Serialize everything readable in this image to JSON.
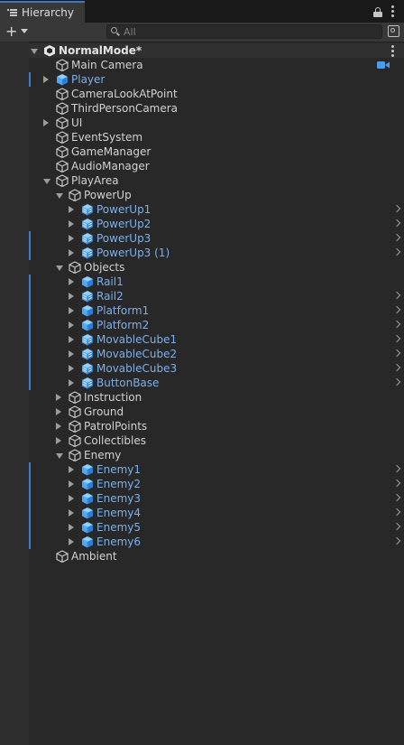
{
  "window": {
    "tab_title": "Hierarchy"
  },
  "toolbar": {
    "search_placeholder": "All"
  },
  "colors": {
    "accent": "#3a79bb",
    "prefab_text": "#7bb0ef",
    "text": "#d2d2d2",
    "cube_blue": "#4aa8ff"
  },
  "tree": [
    {
      "label": "NormalMode*",
      "depth": 0,
      "arrow": "expanded",
      "kind": "scene",
      "selected": false,
      "chevron": false
    },
    {
      "label": "Main Camera",
      "depth": 1,
      "arrow": "none",
      "kind": "object",
      "selected": false,
      "chevron": false,
      "camera_icon": true
    },
    {
      "label": "Player",
      "depth": 1,
      "arrow": "collapsed",
      "kind": "prefab",
      "selected": true,
      "chevron": false
    },
    {
      "label": "CameraLookAtPoint",
      "depth": 1,
      "arrow": "none",
      "kind": "object",
      "selected": false,
      "chevron": false
    },
    {
      "label": "ThirdPersonCamera",
      "depth": 1,
      "arrow": "none",
      "kind": "object",
      "selected": false,
      "chevron": false
    },
    {
      "label": "UI",
      "depth": 1,
      "arrow": "collapsed",
      "kind": "object",
      "selected": false,
      "chevron": false
    },
    {
      "label": "EventSystem",
      "depth": 1,
      "arrow": "none",
      "kind": "object",
      "selected": false,
      "chevron": false
    },
    {
      "label": "GameManager",
      "depth": 1,
      "arrow": "none",
      "kind": "object",
      "selected": false,
      "chevron": false
    },
    {
      "label": "AudioManager",
      "depth": 1,
      "arrow": "none",
      "kind": "object",
      "selected": false,
      "chevron": false
    },
    {
      "label": "PlayArea",
      "depth": 1,
      "arrow": "expanded",
      "kind": "object",
      "selected": false,
      "chevron": false
    },
    {
      "label": "PowerUp",
      "depth": 2,
      "arrow": "expanded",
      "kind": "object",
      "selected": false,
      "chevron": false
    },
    {
      "label": "PowerUp1",
      "depth": 3,
      "arrow": "collapsed",
      "kind": "prefab-variant",
      "selected": false,
      "chevron": true
    },
    {
      "label": "PowerUp2",
      "depth": 3,
      "arrow": "collapsed",
      "kind": "prefab-variant",
      "selected": false,
      "chevron": true
    },
    {
      "label": "PowerUp3",
      "depth": 3,
      "arrow": "collapsed",
      "kind": "prefab-variant",
      "selected": true,
      "chevron": true
    },
    {
      "label": "PowerUp3 (1)",
      "depth": 3,
      "arrow": "collapsed",
      "kind": "prefab-variant",
      "selected": true,
      "chevron": true
    },
    {
      "label": "Objects",
      "depth": 2,
      "arrow": "expanded",
      "kind": "object",
      "selected": false,
      "chevron": false
    },
    {
      "label": "Rail1",
      "depth": 3,
      "arrow": "collapsed",
      "kind": "prefab",
      "selected": true,
      "chevron": false
    },
    {
      "label": "Rail2",
      "depth": 3,
      "arrow": "collapsed",
      "kind": "prefab-variant",
      "selected": true,
      "chevron": true
    },
    {
      "label": "Platform1",
      "depth": 3,
      "arrow": "collapsed",
      "kind": "prefab",
      "selected": true,
      "chevron": true
    },
    {
      "label": "Platform2",
      "depth": 3,
      "arrow": "collapsed",
      "kind": "prefab",
      "selected": true,
      "chevron": true
    },
    {
      "label": "MovableCube1",
      "depth": 3,
      "arrow": "collapsed",
      "kind": "prefab-variant",
      "selected": true,
      "chevron": true
    },
    {
      "label": "MovableCube2",
      "depth": 3,
      "arrow": "collapsed",
      "kind": "prefab-variant",
      "selected": true,
      "chevron": true
    },
    {
      "label": "MovableCube3",
      "depth": 3,
      "arrow": "collapsed",
      "kind": "prefab-variant",
      "selected": true,
      "chevron": true
    },
    {
      "label": "ButtonBase",
      "depth": 3,
      "arrow": "collapsed",
      "kind": "prefab-variant",
      "selected": true,
      "chevron": true
    },
    {
      "label": "Instruction",
      "depth": 2,
      "arrow": "collapsed",
      "kind": "object",
      "selected": false,
      "chevron": false
    },
    {
      "label": "Ground",
      "depth": 2,
      "arrow": "collapsed",
      "kind": "object",
      "selected": false,
      "chevron": false
    },
    {
      "label": "PatrolPoints",
      "depth": 2,
      "arrow": "collapsed",
      "kind": "object",
      "selected": false,
      "chevron": false
    },
    {
      "label": "Collectibles",
      "depth": 2,
      "arrow": "collapsed",
      "kind": "object",
      "selected": false,
      "chevron": false
    },
    {
      "label": "Enemy",
      "depth": 2,
      "arrow": "expanded",
      "kind": "object",
      "selected": false,
      "chevron": false
    },
    {
      "label": "Enemy1",
      "depth": 3,
      "arrow": "collapsed",
      "kind": "prefab",
      "selected": true,
      "chevron": true
    },
    {
      "label": "Enemy2",
      "depth": 3,
      "arrow": "collapsed",
      "kind": "prefab",
      "selected": true,
      "chevron": true
    },
    {
      "label": "Enemy3",
      "depth": 3,
      "arrow": "collapsed",
      "kind": "prefab",
      "selected": true,
      "chevron": true
    },
    {
      "label": "Enemy4",
      "depth": 3,
      "arrow": "collapsed",
      "kind": "prefab",
      "selected": true,
      "chevron": true
    },
    {
      "label": "Enemy5",
      "depth": 3,
      "arrow": "collapsed",
      "kind": "prefab",
      "selected": true,
      "chevron": true
    },
    {
      "label": "Enemy6",
      "depth": 3,
      "arrow": "collapsed",
      "kind": "prefab",
      "selected": true,
      "chevron": true
    },
    {
      "label": "Ambient",
      "depth": 1,
      "arrow": "none",
      "kind": "object",
      "selected": false,
      "chevron": false
    }
  ]
}
